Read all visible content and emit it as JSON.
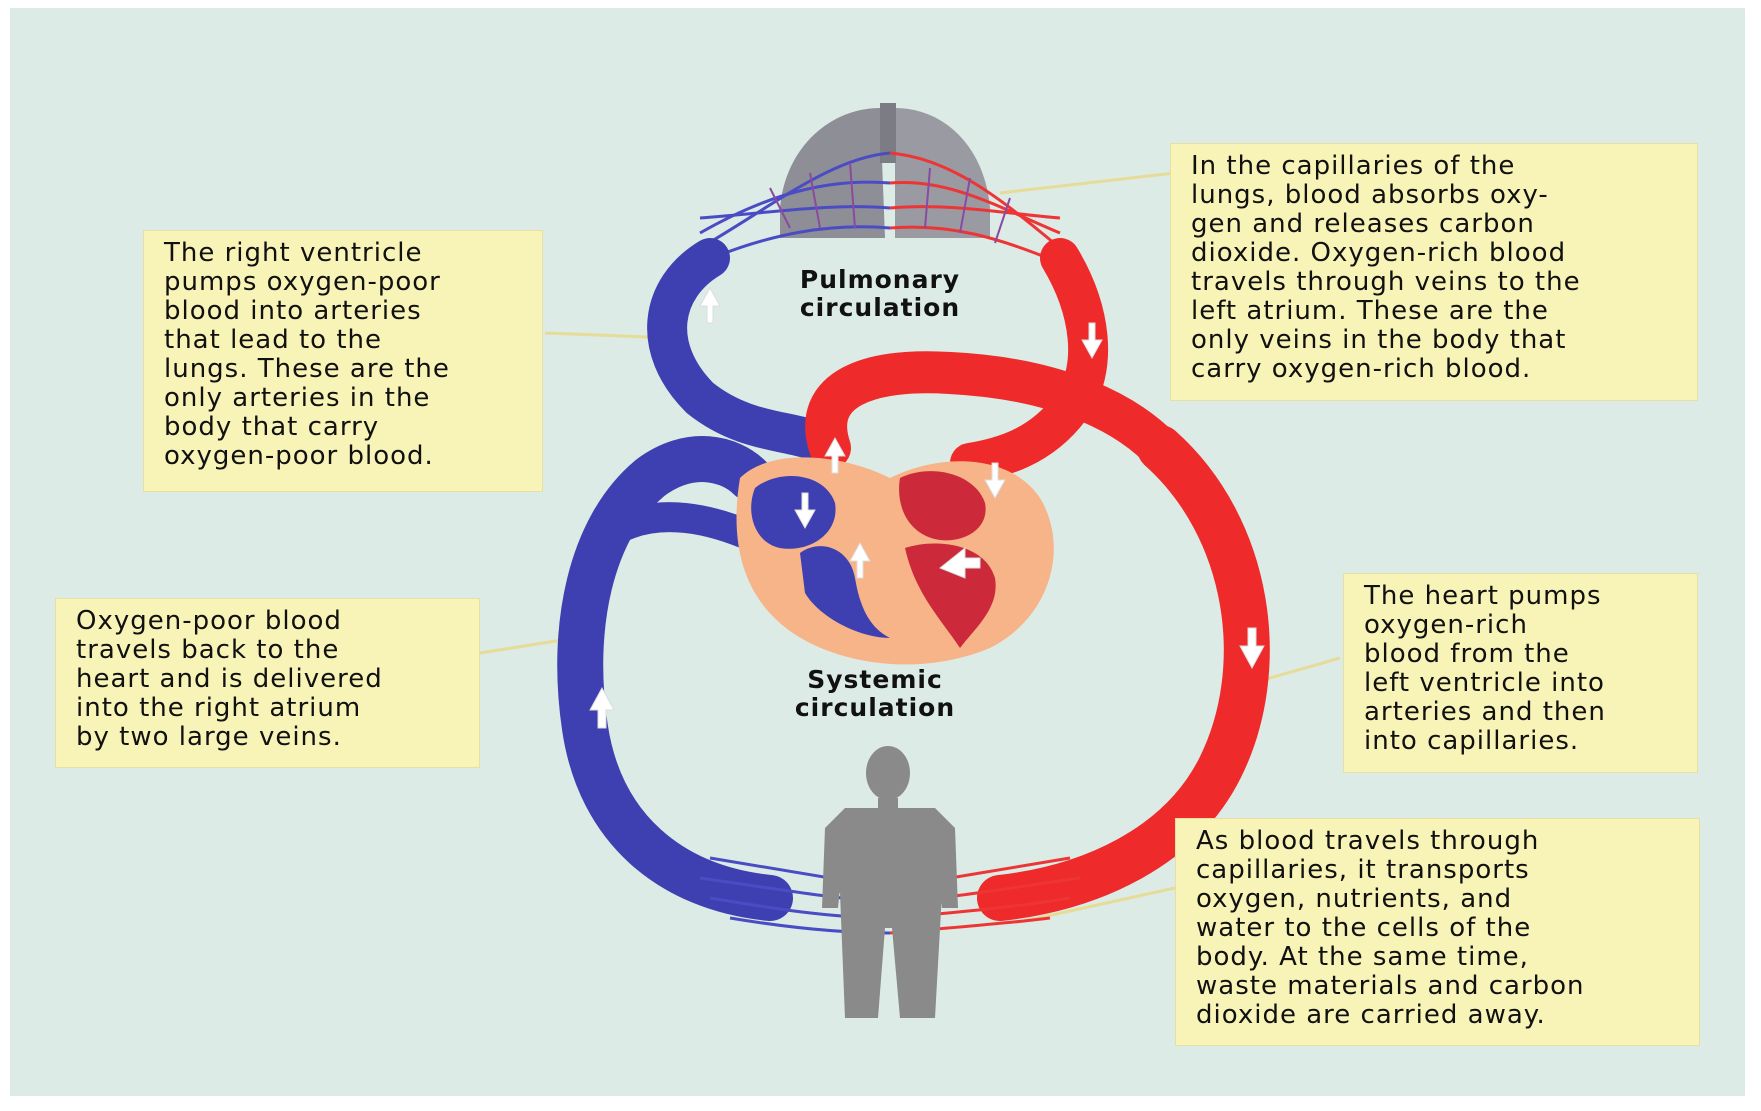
{
  "labels": {
    "pulmonary": "Pulmonary\ncirculation",
    "systemic": "Systemic\ncirculation"
  },
  "callouts": {
    "right_ventricle": "The right ventricle\npumps oxygen-poor\nblood into arteries\nthat lead to the\nlungs. These are the\nonly arteries in the\nbody that carry\noxygen-poor blood.",
    "lung_capillaries": "In the capillaries of the\nlungs, blood absorbs oxy-\ngen and releases carbon\ndioxide. Oxygen-rich blood\ntravels through veins to the\nleft atrium. These are the\nonly veins in the body that\ncarry oxygen-rich blood.",
    "oxygen_poor_return": "Oxygen-poor blood\ntravels back to the\nheart and is delivered\ninto the right atrium\nby two large veins.",
    "heart_pumps": "The heart pumps\noxygen-rich\nblood from the\nleft ventricle into\narteries and then\ninto capillaries.",
    "body_capillaries": "As blood travels through\ncapillaries, it transports\noxygen, nutrients, and\nwater to the cells of the\nbody. At the same time,\nwaste materials and carbon\ndioxide are carried away."
  },
  "colors": {
    "background": "#dcebe6",
    "callout_fill": "#f8f3b6",
    "oxygen_poor": "#3e3fb0",
    "oxygen_rich": "#ee2a2a",
    "heart_tissue": "#f6b488",
    "lungs": "#8e8e96",
    "person": "#8a8a8a"
  }
}
